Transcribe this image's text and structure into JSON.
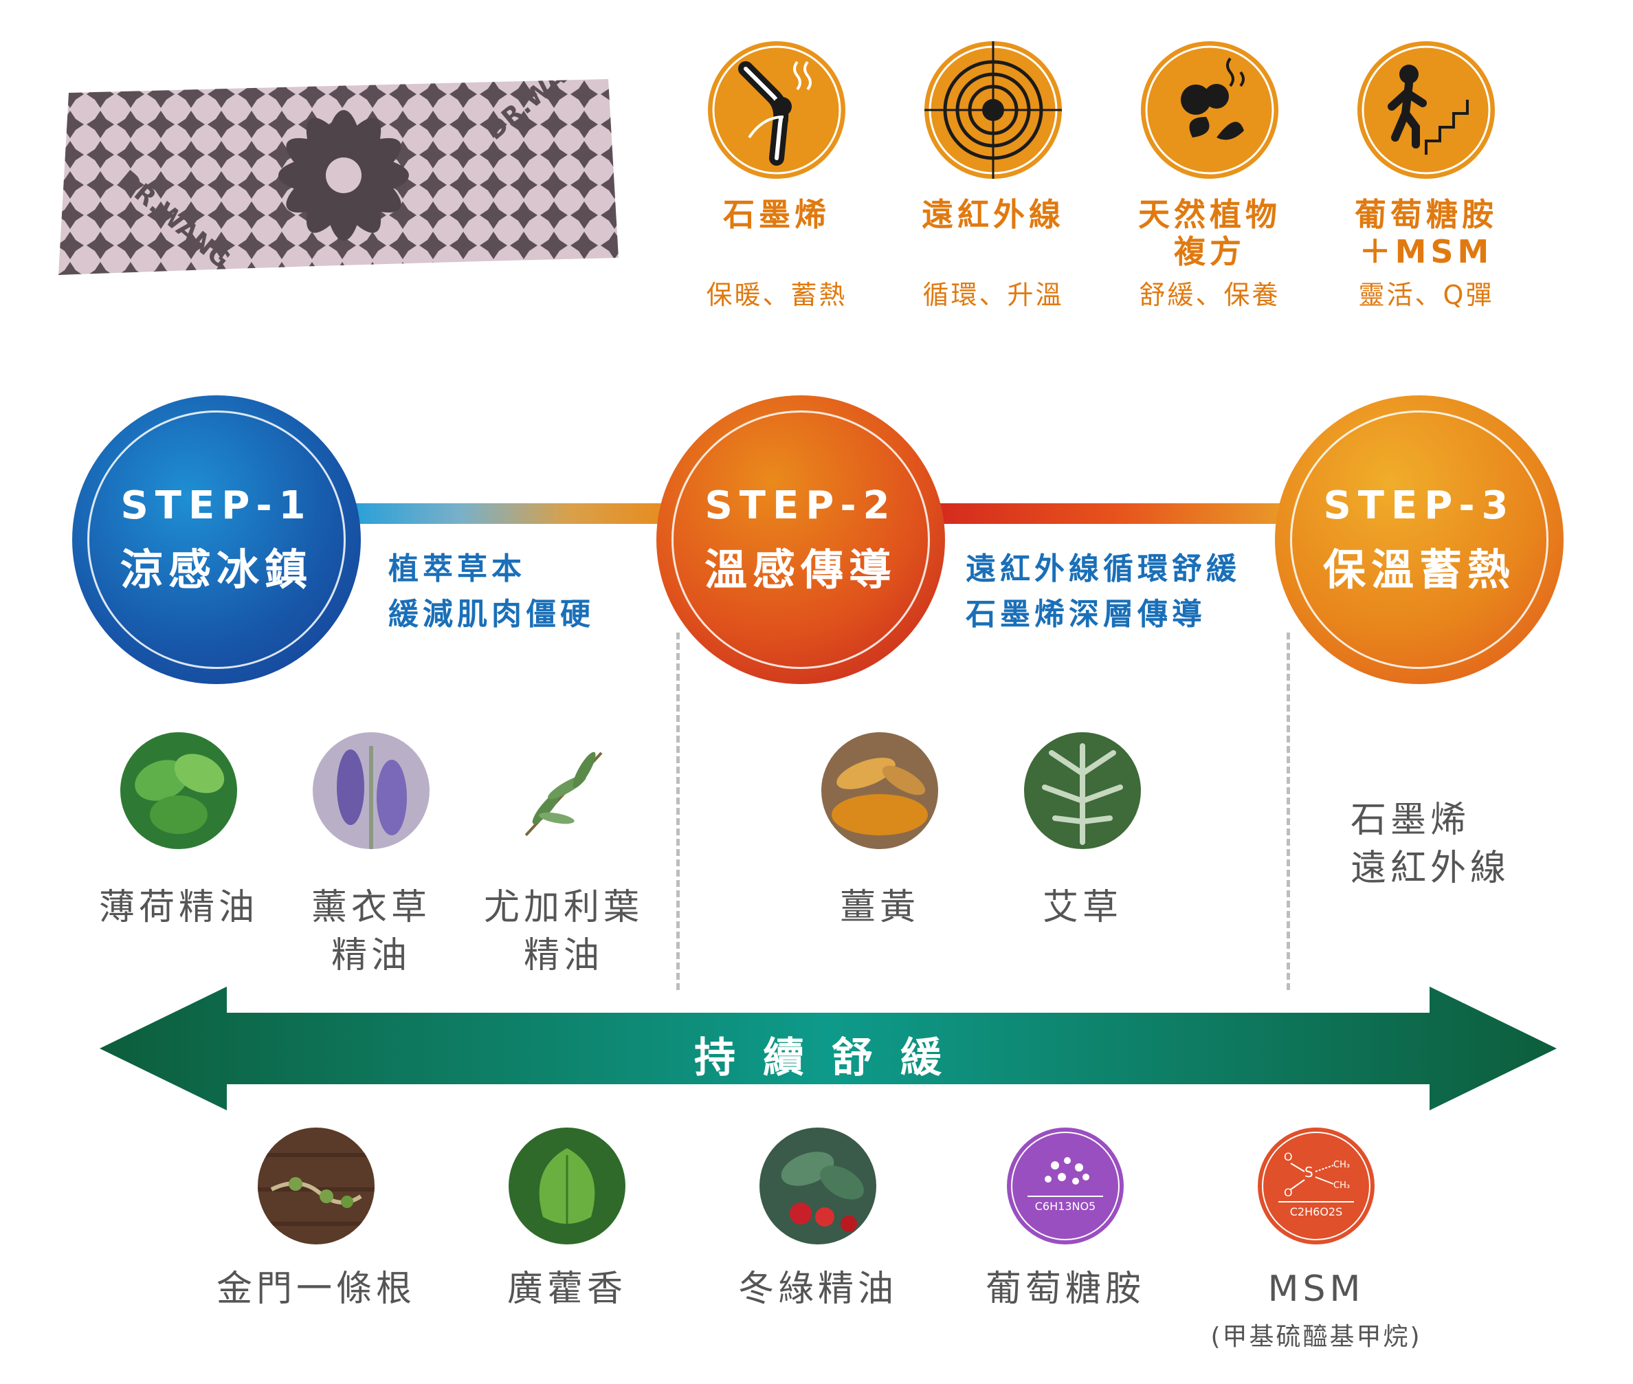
{
  "product": {
    "brand_text": "DR.WANG"
  },
  "features": [
    {
      "icon": "knee-warmth-icon",
      "title": "石墨烯",
      "subtitle": "保暖、蓄熱"
    },
    {
      "icon": "target-icon",
      "title": "遠紅外線",
      "subtitle": "循環、升溫"
    },
    {
      "icon": "herb-plant-icon",
      "title": "天然植物\n複方",
      "subtitle": "舒緩、保養"
    },
    {
      "icon": "stairs-climb-icon",
      "title": "葡萄糖胺\n＋MSM",
      "subtitle": "靈活、Q彈"
    }
  ],
  "steps": [
    {
      "label": "STEP-1",
      "name": "涼感冰鎮"
    },
    {
      "label": "STEP-2",
      "name": "溫感傳導"
    },
    {
      "label": "STEP-3",
      "name": "保溫蓄熱"
    }
  ],
  "connectors": [
    {
      "line1": "植萃草本",
      "line2": "緩減肌肉僵硬"
    },
    {
      "line1": "遠紅外線循環舒緩",
      "line2": "石墨烯深層傳導"
    }
  ],
  "step1_herbs": [
    {
      "icon": "mint-image",
      "label": "薄荷精油"
    },
    {
      "icon": "lavender-image",
      "label": "薰衣草\n精油"
    },
    {
      "icon": "eucalyptus-image",
      "label": "尤加利葉\n精油"
    }
  ],
  "step2_herbs": [
    {
      "icon": "turmeric-image",
      "label": "薑黃"
    },
    {
      "icon": "mugwort-image",
      "label": "艾草"
    }
  ],
  "step3_text": {
    "line1": "石墨烯",
    "line2": "遠紅外線"
  },
  "arrow": {
    "label": "持續舒緩"
  },
  "bottom_items": [
    {
      "icon": "root-image",
      "label": "金門一條根"
    },
    {
      "icon": "patchouli-image",
      "label": "廣藿香"
    },
    {
      "icon": "wintergreen-image",
      "label": "冬綠精油"
    },
    {
      "icon": "glucosamine-icon",
      "label": "葡萄糖胺",
      "formula": "C6H13NO5"
    },
    {
      "icon": "msm-icon",
      "label": "MSM",
      "sublabel": "(甲基硫醯基甲烷)",
      "formula": "C2H6O2S",
      "ch3": "CH₃"
    }
  ],
  "colors": {
    "orange": "#e8931a",
    "blue": "#1a5aa8",
    "red": "#cc2a1e",
    "green": "#0e7a55",
    "text_blue": "#1a6fb8"
  }
}
